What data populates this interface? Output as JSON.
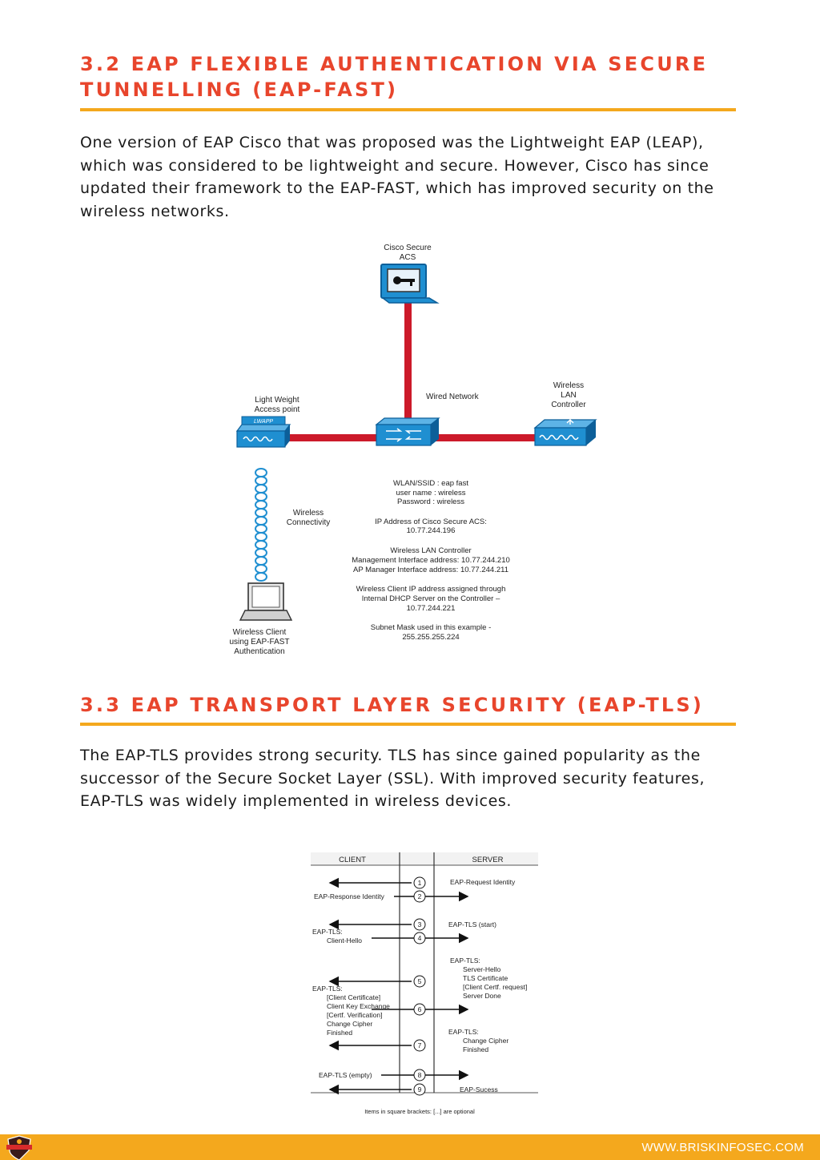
{
  "section_32": {
    "heading_line1": "3.2 EAP FLEXIBLE AUTHENTICATION VIA SECURE",
    "heading_line2": "TUNNELLING (EAP-FAST)",
    "paragraph": "One version of EAP Cisco that was proposed was the Lightweight EAP (LEAP), which was considered to be lightweight and secure. However, Cisco has since updated their framework to the EAP-FAST, which has improved security on the wireless networks."
  },
  "diagram_fast": {
    "acs_line1": "Cisco Secure",
    "acs_line2": "ACS",
    "wired_network": "Wired Network",
    "ap_line1": "Light Weight",
    "ap_line2": "Access point",
    "ap_badge": "LWAPP",
    "wlc_line1": "Wireless",
    "wlc_line2": "LAN",
    "wlc_line3": "Controller",
    "conn_line1": "Wireless",
    "conn_line2": "Connectivity",
    "client_line1": "Wireless Client",
    "client_line2": "using EAP-FAST",
    "client_line3": "Authentication",
    "info": [
      "WLAN/SSID : eap fast",
      "user name : wireless",
      "Password  : wireless",
      "",
      "IP Address of Cisco Secure ACS:",
      "10.77.244.196",
      "",
      "Wireless LAN Controller",
      "Management Interface address: 10.77.244.210",
      "AP Manager Interface address: 10.77.244.211",
      "",
      "Wireless Client IP address assigned through",
      "Internal DHCP Server on the Controller –",
      "10.77.244.221",
      "",
      "Subnet Mask used in this example -",
      "255.255.255.224"
    ],
    "colors": {
      "link": "#cc1a2a",
      "device": "#1f8fd1",
      "device_dark": "#0c5f99"
    }
  },
  "section_33": {
    "heading": "3.3 EAP TRANSPORT LAYER SECURITY (EAP-TLS)",
    "paragraph": "The EAP-TLS provides strong security. TLS has since gained popularity as the successor of the Secure Socket Layer (SSL). With improved security features, EAP-TLS was widely implemented in wireless devices."
  },
  "diagram_tls": {
    "client_header": "CLIENT",
    "server_header": "SERVER",
    "steps": [
      "1",
      "2",
      "3",
      "4",
      "5",
      "6",
      "7",
      "8",
      "9"
    ],
    "server_msgs": {
      "m1": "EAP-Request Identity",
      "m3": "EAP-TLS (start)",
      "m5": [
        "EAP-TLS:",
        "Server-Hello",
        "TLS Certificate",
        "[Client Certf. request]",
        "Server Done"
      ],
      "m7": [
        "EAP-TLS:",
        "Change Cipher",
        "Finished"
      ],
      "m9": "EAP-Sucess"
    },
    "client_msgs": {
      "m2": "EAP-Response Identity",
      "m4": [
        "EAP-TLS:",
        "Client-Hello"
      ],
      "m6": [
        "EAP-TLS:",
        "[Client Certificate]",
        "Client Key Exchange",
        "[Certf. Verification]",
        "Change Cipher",
        "Finished"
      ],
      "m8": "EAP-TLS (empty)"
    },
    "note": "Items in square brackets: [...] are optional"
  },
  "footer": {
    "url": "WWW.BRISKINFOSEC.COM",
    "logo_icon": "shield-logo-icon",
    "color": "#f4a81d"
  }
}
